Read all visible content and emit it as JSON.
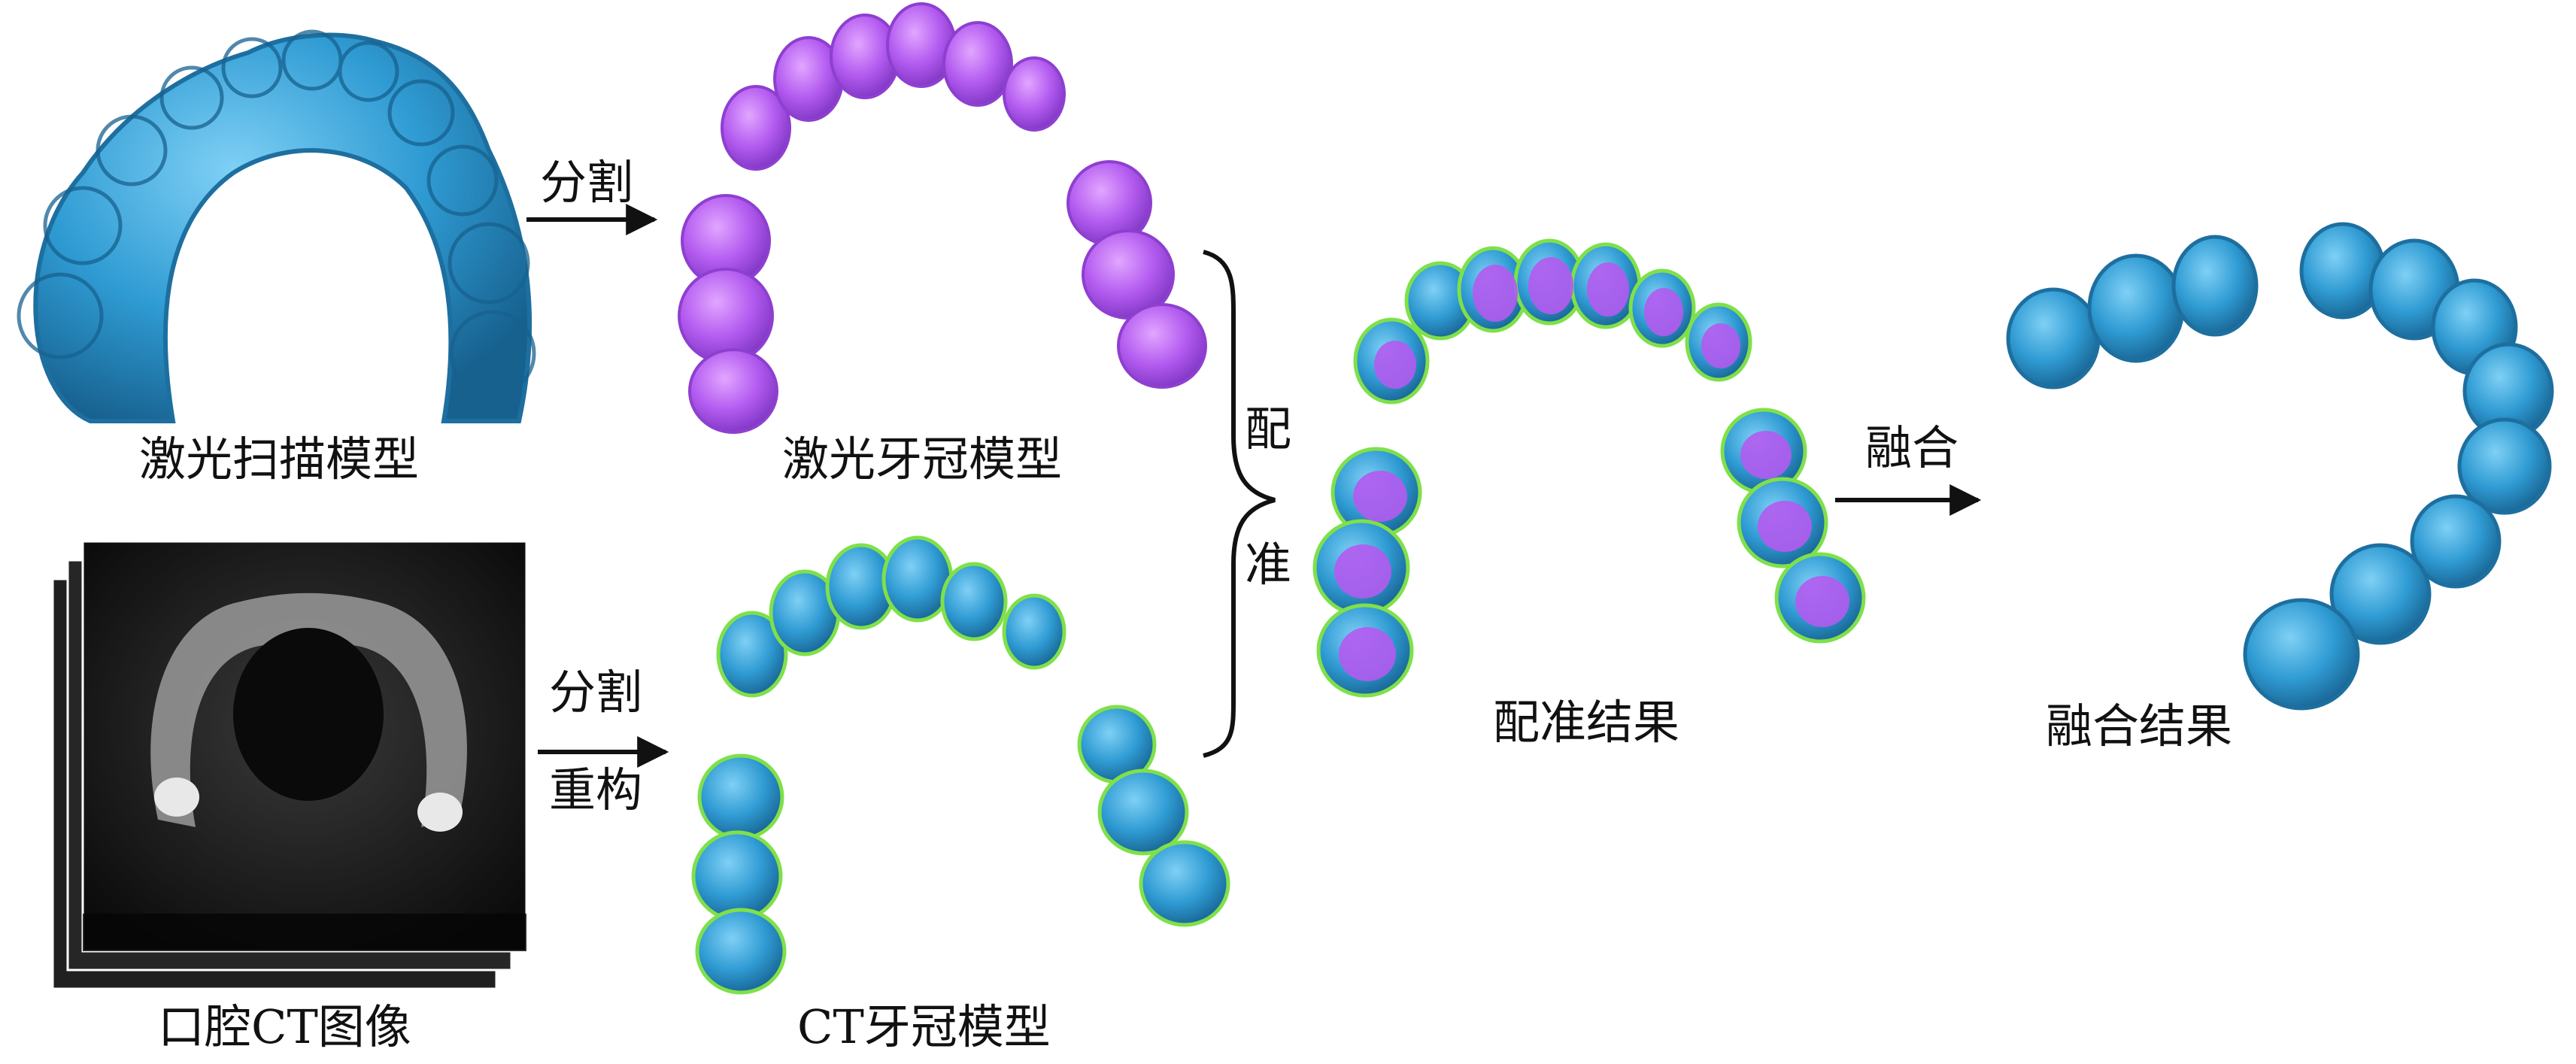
{
  "panels": {
    "laser_scan_model": "激光扫描模型",
    "oral_ct_image": "口腔CT图像",
    "laser_crown_model": "激光牙冠模型",
    "ct_crown_model": "CT牙冠模型",
    "registration_result": "配准结果",
    "fusion_result": "融合结果"
  },
  "arrows": {
    "segment_top": "分割",
    "segment_bottom": "分割",
    "reconstruct": "重构",
    "fusion": "融合"
  },
  "brace": {
    "char1": "配",
    "char2": "准"
  },
  "colors": {
    "tooth_blue": "#2f9bd3",
    "tooth_blue_dark": "#1d6f9f",
    "crown_purple": "#b35bf0",
    "crown_purple_dark": "#8e3fd0",
    "seam_green": "#7fe04a",
    "ct_dark": "#1c1c1c"
  }
}
